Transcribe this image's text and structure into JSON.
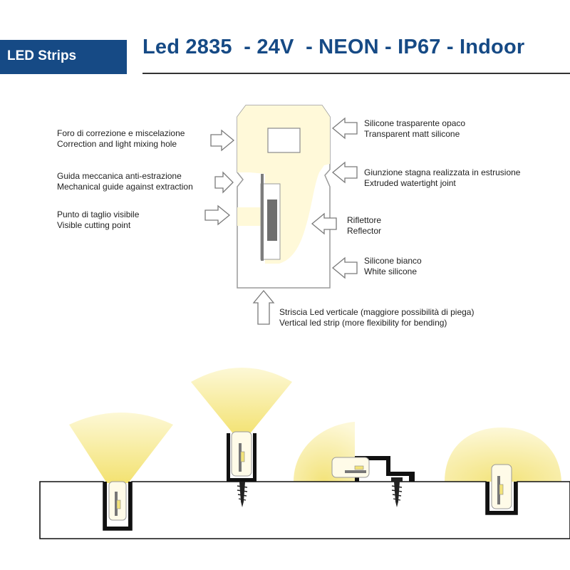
{
  "header": {
    "badge": "LED Strips",
    "title": "Led 2835  - 24V  - NEON - IP67 - Indoor"
  },
  "labels": {
    "hole": {
      "it": "Foro di correzione e miscelazione",
      "en": "Correction and light mixing hole"
    },
    "guide": {
      "it": "Guida meccanica anti-estrazione",
      "en": "Mechanical guide against extraction"
    },
    "cut": {
      "it": "Punto di taglio visibile",
      "en": "Visible cutting point"
    },
    "silicone": {
      "it": "Silicone trasparente opaco",
      "en": "Transparent matt silicone"
    },
    "joint": {
      "it": "Giunzione stagna realizzata in estrusione",
      "en": "Extruded watertight joint"
    },
    "reflector": {
      "it": "Riflettore",
      "en": "Reflector"
    },
    "white": {
      "it": "Silicone bianco",
      "en": "White silicone"
    },
    "strip": {
      "it": "Striscia Led verticale (maggiore possibilità di piega)",
      "en": "Vertical led strip (more flexibility for bending)"
    }
  },
  "colors": {
    "brand": "#164a85",
    "neon": "#fff9d9",
    "light_beam": "#f7ec9a"
  }
}
